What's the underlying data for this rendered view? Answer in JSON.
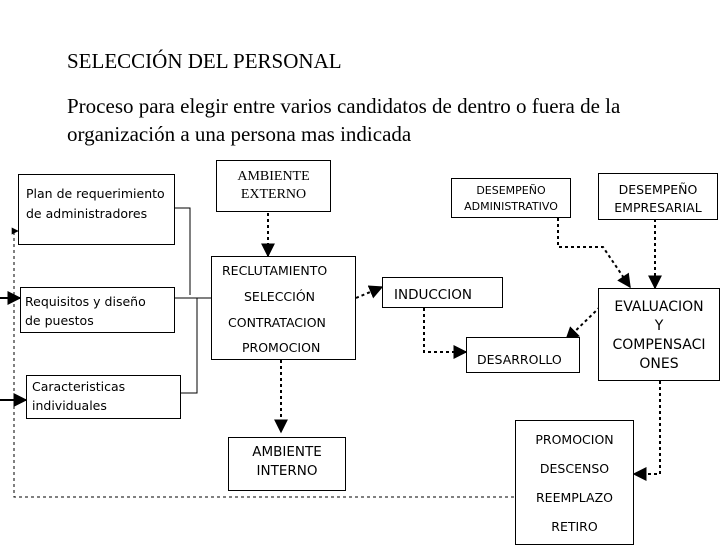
{
  "title": "SELECCIÓN DEL PERSONAL",
  "subtitle": "Proceso para elegir entre varios candidatos de dentro o fuera de la organización a una persona  mas indicada",
  "boxes": {
    "plan": [
      "Plan de requerimiento",
      "de administradores"
    ],
    "ambiente_externo": [
      "AMBIENTE",
      "EXTERNO"
    ],
    "desempeno_administrativo": [
      "DESEMPEÑO",
      "ADMINISTRATIVO"
    ],
    "desempeno_empresarial": [
      "DESEMPEÑO",
      "EMPRESARIAL"
    ],
    "requisitos": [
      "Requisitos y diseño",
      "de puestos"
    ],
    "proceso": [
      "RECLUTAMIENTO",
      "SELECCIÓN",
      "CONTRATACION",
      "PROMOCION"
    ],
    "induccion": "INDUCCION",
    "desarrollo": "DESARROLLO",
    "evaluacion": [
      "EVALUACION",
      "Y",
      "COMPENSACI",
      "ONES"
    ],
    "caracteristicas": [
      "Caracteristicas",
      "individuales"
    ],
    "ambiente_interno": [
      "AMBIENTE",
      "INTERNO"
    ],
    "salidas": [
      "PROMOCION",
      "DESCENSO",
      "REEMPLAZO",
      "RETIRO"
    ]
  }
}
